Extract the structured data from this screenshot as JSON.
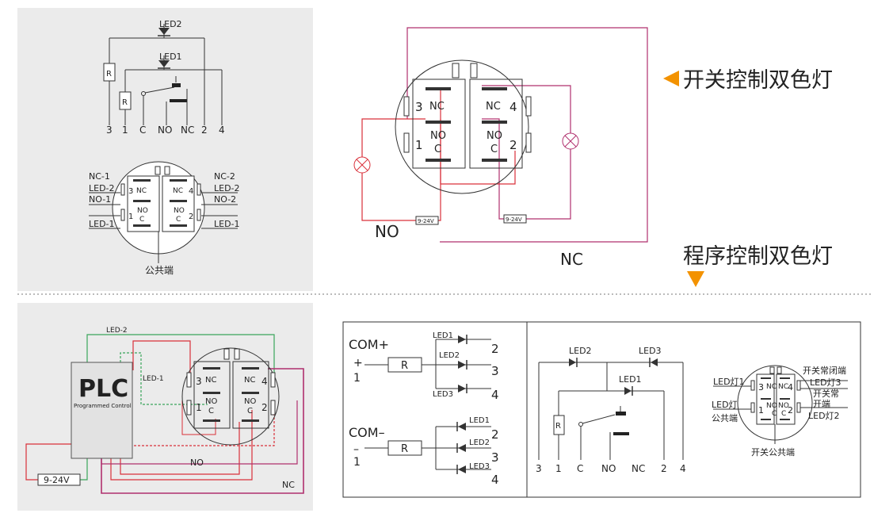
{
  "top_left": {
    "led2": "LED2",
    "led1": "LED1",
    "r_upper": "R",
    "r_lower": "R",
    "pins": [
      "3",
      "1",
      "C",
      "NO",
      "NC",
      "2",
      "4"
    ],
    "left_labels": [
      "NC-1",
      "LED-2",
      "NO-1",
      "LED-1"
    ],
    "right_labels": [
      "NC-2",
      "LED-2",
      "NO-2",
      "LED-1"
    ],
    "common": "公共端"
  },
  "switch_body": {
    "n3": "3",
    "nc_left": "NC",
    "n1": "1",
    "no_left": "NO",
    "c_left": "C",
    "n4": "4",
    "nc_right": "NC",
    "n2": "2",
    "no_right": "NO",
    "c_right": "C"
  },
  "top_right": {
    "title": "开关控制双色灯",
    "supply_left": "9-24V",
    "supply_right": "9-24V",
    "no_label": "NO",
    "nc_label": "NC"
  },
  "program_title": "程序控制双色灯",
  "bottom_left": {
    "plc": "PLC",
    "plc_sub": "Programmed Control",
    "led2": "LED-2",
    "led1": "LED-1",
    "no": "NO",
    "nc": "NC",
    "supply": "9-24V"
  },
  "bottom_right": {
    "com_plus": "COM+",
    "plus": "+",
    "one_a": "1",
    "com_minus": "COM–",
    "minus": "–",
    "one_b": "1",
    "r_a": "R",
    "r_b": "R",
    "pos_leds": [
      "LED1",
      "LED2",
      "LED3"
    ],
    "pos_nums": [
      "2",
      "3",
      "4"
    ],
    "neg_leds": [
      "LED1",
      "LED2",
      "LED3"
    ],
    "neg_nums": [
      "2",
      "3",
      "4"
    ],
    "mid_led2": "LED2",
    "mid_led3": "LED3",
    "mid_led1": "LED1",
    "mid_r": "R",
    "mid_pins": [
      "3",
      "1",
      "C",
      "NO",
      "NC",
      "2",
      "4"
    ],
    "pin_left1": "LED灯1",
    "pin_left2a": "LED灯",
    "pin_left2b": "公共端",
    "pin_right1": "开关常闭端",
    "pin_right2": "LED灯3",
    "pin_right3": "开关常",
    "pin_right4": "开端",
    "pin_right5": "LED灯2",
    "pin_bottom": "开关公共端"
  },
  "colors": {
    "panel_gray": "#ebebeb",
    "magenta": "#b0306e",
    "red": "#d9303a",
    "green": "#3aa55b",
    "orange": "#f39200"
  }
}
